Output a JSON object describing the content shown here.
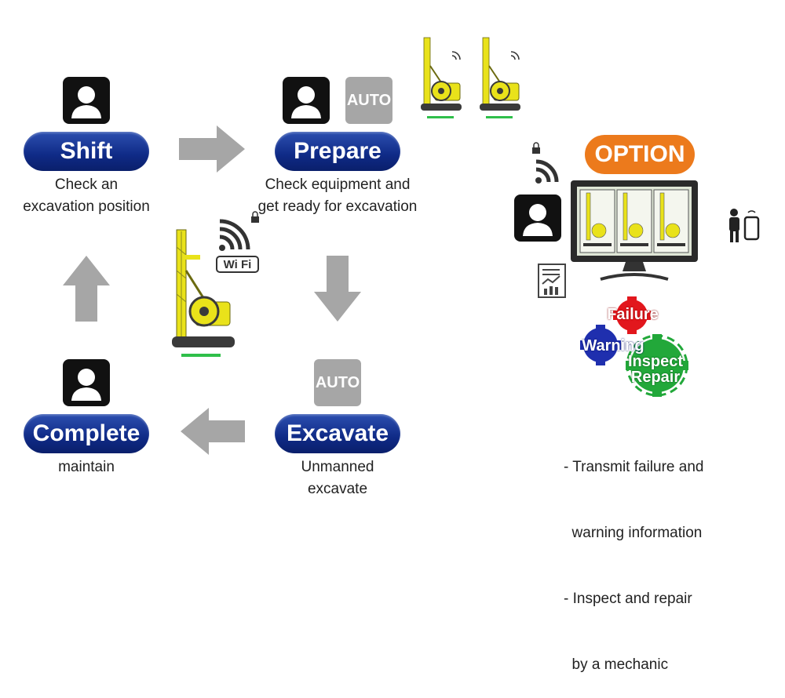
{
  "steps": {
    "shift": {
      "label": "Shift",
      "desc": "Check an\nexcavation position"
    },
    "prepare": {
      "label": "Prepare",
      "desc": "Check equipment and\nget ready for excavation"
    },
    "excavate": {
      "label": "Excavate",
      "desc": "Unmanned\nexcavate"
    },
    "complete": {
      "label": "Complete",
      "desc": "maintain"
    }
  },
  "auto_badge": "AUTO",
  "wifi_label": "Wi Fi",
  "option": {
    "label": "OPTION",
    "gears": {
      "failure": "Failure",
      "warning": "Warning",
      "inspect_repair": "Inspect\nRepair"
    },
    "notes": [
      "- Transmit failure and",
      "  warning information",
      "- Inspect and repair",
      "  by a mechanic"
    ]
  },
  "colors": {
    "pill_blue": "#0f2a86",
    "option_orange": "#ec7a1c",
    "arrow_gray": "#a6a6a6",
    "machine_yellow": "#e9e21a"
  }
}
